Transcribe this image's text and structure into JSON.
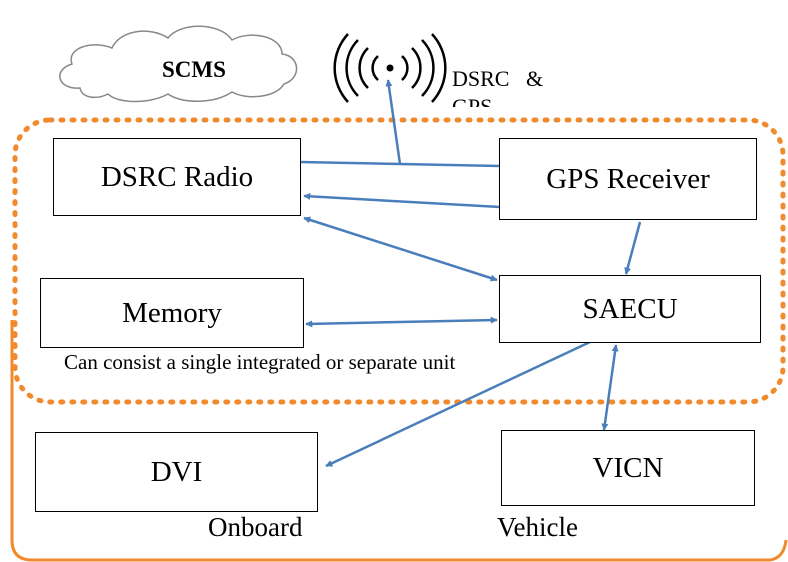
{
  "cloud": {
    "label": "SCMS"
  },
  "antenna": {
    "label_line1": "DSRC   &",
    "label_line2": "GPS"
  },
  "boxes": {
    "dsrc_radio": "DSRC Radio",
    "gps_receiver": "GPS Receiver",
    "memory": "Memory",
    "saecu": "SAECU",
    "dvi": "DVI",
    "vicn": "VICN"
  },
  "note": "Can consist a single integrated or separate unit",
  "footer": {
    "onboard": "Onboard",
    "vehicle": "Vehicle"
  },
  "colors": {
    "dotted_border": "#f08a2c",
    "solid_border": "#f08a2c",
    "arrow": "#4a7ebb",
    "text": "#000000"
  }
}
